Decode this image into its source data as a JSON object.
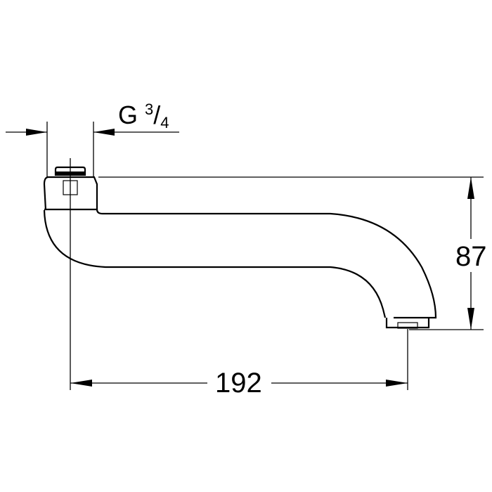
{
  "drawing": {
    "subject": "bath spout technical drawing",
    "line_color": "#000000",
    "background": "#ffffff"
  },
  "dimensions": {
    "thread": {
      "prefix": "G",
      "numerator": "3",
      "slash": "/",
      "denominator": "4"
    },
    "height": {
      "value": "87"
    },
    "length": {
      "value": "192"
    }
  }
}
